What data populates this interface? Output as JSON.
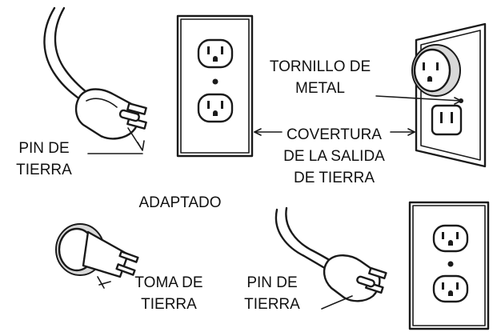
{
  "labels": {
    "tornillo_line1": "TORNILLO DE",
    "tornillo_line2": "METAL",
    "pin_tierra_top_line1": "PIN DE",
    "pin_tierra_top_line2": "TIERRA",
    "covertura_line1": "COVERTURA",
    "covertura_line2": "DE LA SALIDA",
    "covertura_line3": "DE TIERRA",
    "adaptado": "ADAPTADO",
    "toma_line1": "TOMA DE",
    "toma_line2": "TIERRA",
    "pin_tierra_bottom_line1": "PIN DE",
    "pin_tierra_bottom_line2": "TIERRA"
  },
  "colors": {
    "ink": "#1a1a1a",
    "background": "#ffffff"
  }
}
